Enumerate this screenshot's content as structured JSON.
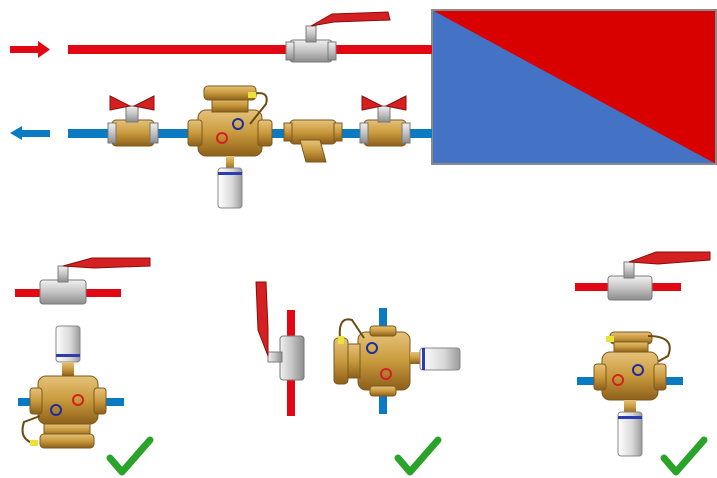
{
  "colors": {
    "supply": "#e30613",
    "return": "#0a7bc2",
    "brass": "#c99a3d",
    "brass_dark": "#9a6b1f",
    "steel": "#c9c9c9",
    "steel_dark": "#8f8f8f",
    "check": "#2aa32a",
    "panel_red": "#d90000",
    "panel_blue": "#4472c4"
  },
  "icons": {
    "supply_flow": "arrow-right-icon",
    "return_flow": "arrow-left-icon",
    "ok": "checkmark-icon"
  },
  "layouts": [
    {
      "name": "horizontal-main",
      "valid": null
    },
    {
      "name": "vertical-down-left",
      "valid": true
    },
    {
      "name": "vertical-side-middle",
      "valid": true
    },
    {
      "name": "vertical-up-right",
      "valid": true
    }
  ]
}
